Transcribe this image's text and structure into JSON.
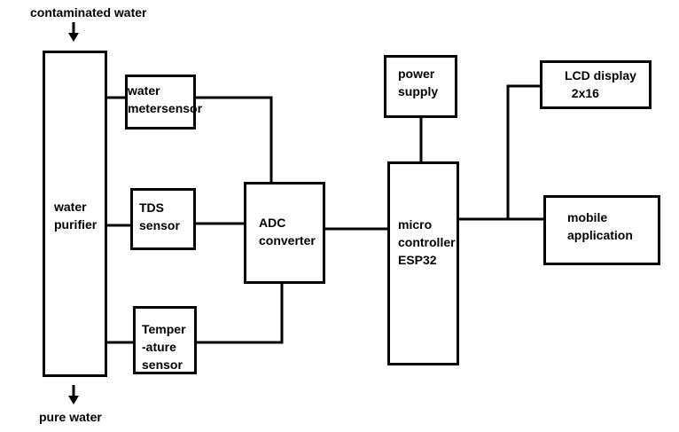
{
  "inputs": {
    "top": "contaminated water",
    "bottom": "pure water"
  },
  "blocks": {
    "water_purifier": "water\npurifier",
    "water_meter_sensor": "water\nmetersensor",
    "tds_sensor": "TDS\nsensor",
    "temperature_sensor": "Temper\n-ature\nsensor",
    "adc_converter": "ADC\nconverter",
    "power_supply": "power\nsupply",
    "microcontroller": "micro\ncontroller\nESP32",
    "lcd_display": "LCD display\n  2x16",
    "mobile_application": "mobile\napplication"
  }
}
